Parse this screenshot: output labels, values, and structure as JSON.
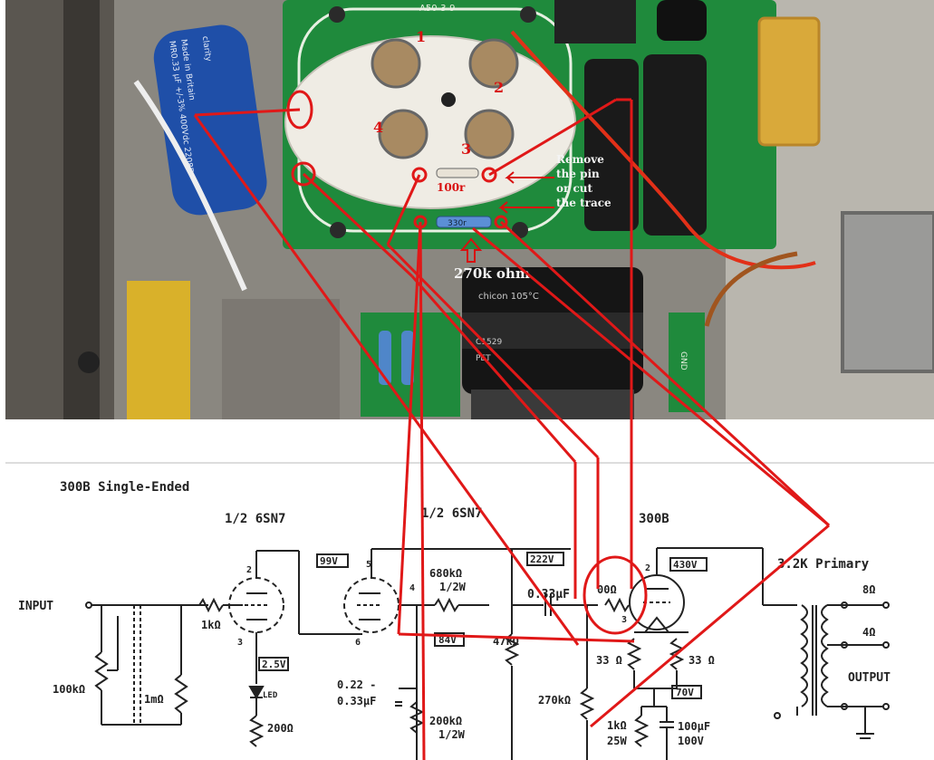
{
  "photo": {
    "board_code": "A50-3-9",
    "pin_labels": [
      "1",
      "2",
      "3",
      "4"
    ],
    "resistor_100r": "100r",
    "resistor_330r": "330r",
    "resistor_270k": "270k ohm",
    "note_line1": "Remove",
    "note_line2": "the pin",
    "note_line3": "or cut",
    "note_line4": "the trace",
    "cap_text1": "MR0.33 µF +/-3% 400Vdc 2208D",
    "cap_text2": "Made in Britain",
    "cap_brand": "clarity",
    "elco_label": "chicon 105°C",
    "elco_code": "C1529",
    "elco_pet": "PET",
    "side_label": "GND"
  },
  "schematic": {
    "title": "300B Single-Ended",
    "tube1_label": "1/2 6SN7",
    "tube2_label": "1/2 6SN7",
    "tube3_label": "300B",
    "input_label": "INPUT",
    "v99": "99V",
    "v222": "222V",
    "v430": "430V",
    "v25": "2.5V",
    "v84": "84V",
    "v70": "70V",
    "r_1k_in": "1kΩ",
    "r_100k": "100kΩ",
    "r_1m": "1mΩ",
    "led": "LED",
    "r_200": "200Ω",
    "r_680k": "680kΩ",
    "r_680k_w": "1/2W",
    "c_033": "0.33µF",
    "r_47k": "47kΩ",
    "c_022_a": "0.22 -",
    "c_022_b": "0.33µF",
    "r_200k": "200kΩ",
    "r_200k_w": "1/2W",
    "r_270k": "270kΩ",
    "r_100_300b": "00Ω",
    "r_33_a": "33 Ω",
    "r_33_b": "33 Ω",
    "r_1k_25w_a": "1kΩ",
    "r_1k_25w_b": "25W",
    "c_100u_a": "100µF",
    "c_100u_b": "100V",
    "primary": "3.2K Primary",
    "o8": "8Ω",
    "o4": "4Ω",
    "output": "OUTPUT",
    "pin2a": "2",
    "pin3a": "3",
    "pin4": "4",
    "pin5": "5",
    "pin6": "6",
    "pin2b": "2",
    "pin3b": "3"
  }
}
